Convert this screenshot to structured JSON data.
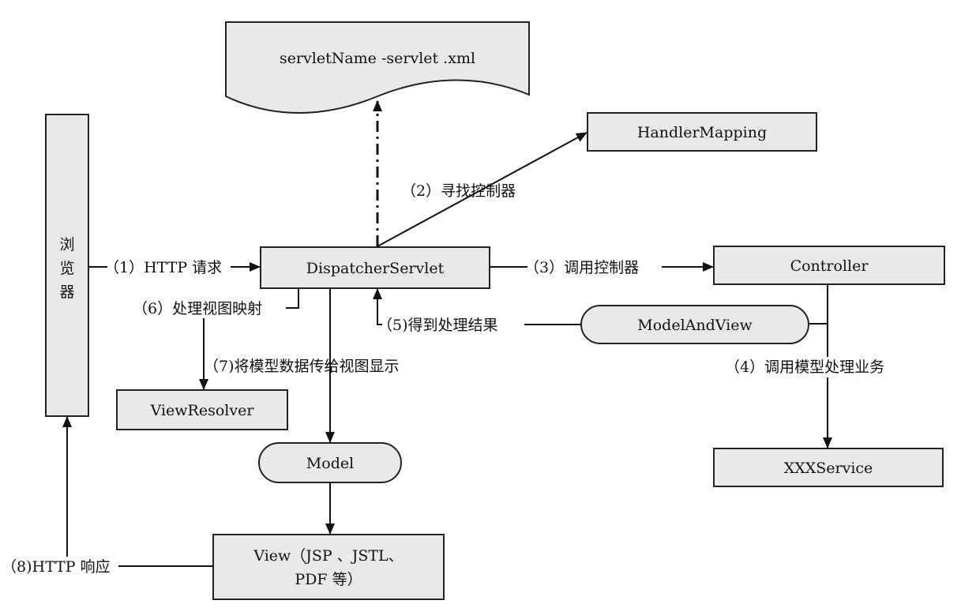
{
  "nodes": {
    "browser": "浏览器",
    "servlet_xml": "servletName -servlet .xml",
    "handler_mapping": "HandlerMapping",
    "dispatcher": "DispatcherServlet",
    "controller": "Controller",
    "model_and_view": "ModelAndView",
    "view_resolver": "ViewResolver",
    "model": "Model",
    "xxx_service": "XXXService",
    "view_line1": "View（JSP 、JSTL、",
    "view_line2": "PDF 等）"
  },
  "edges": {
    "e1": "（1）HTTP 请求",
    "e2": "（2）寻找控制器",
    "e3": "（3）调用控制器",
    "e4": "（4）调用模型处理业务",
    "e5": "（5)得到处理结果",
    "e6": "（6）处理视图映射",
    "e7": "（7)将模型数据传给视图显示",
    "e8": "（8)HTTP 响应"
  },
  "colors": {
    "box_fill": "#e9e9e9",
    "stroke": "#222222"
  }
}
